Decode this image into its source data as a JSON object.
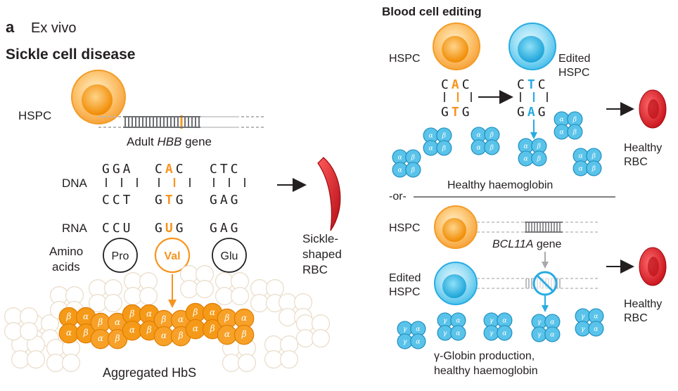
{
  "panel": {
    "letter": "a",
    "subtitle": "Ex vivo"
  },
  "left": {
    "title": "Sickle cell disease",
    "hspc_label": "HSPC",
    "gene_label_prefix": "Adult ",
    "gene_label_italic": "HBB",
    "gene_label_suffix": " gene",
    "dna_label": "DNA",
    "dna_top": [
      "GGA",
      "CAC",
      "CTC"
    ],
    "dna_bottom": [
      "CCT",
      "GTG",
      "GAG"
    ],
    "rna_label": "RNA",
    "rna": [
      "CCU",
      "GUG",
      "GAG"
    ],
    "amino_label_line1": "Amino",
    "amino_label_line2": "acids",
    "amino_acids": [
      "Pro",
      "Val",
      "Glu"
    ],
    "aggregate_label": "Aggregated HbS",
    "rbc_line1": "Sickle-",
    "rbc_line2": "shaped",
    "rbc_line3": "RBC"
  },
  "right": {
    "title": "Blood cell editing",
    "hspc_label": "HSPC",
    "edited_line1": "Edited",
    "edited_line2": "HSPC",
    "before_top": "CAC",
    "before_bottom": "GTG",
    "after_top": "CTC",
    "after_bottom": "GAG",
    "healthy_hb_label": "Healthy haemoglobin",
    "or_label": "-or-",
    "bcl_gene_italic": "BCL11A",
    "bcl_gene_suffix": " gene",
    "healthy_rbc_line1": "Healthy",
    "healthy_rbc_line2": "RBC",
    "gamma_line1": "γ-Globin production,",
    "gamma_line2": "healthy haemoglobin"
  },
  "colors": {
    "orange": "#f7941d",
    "orange_dark": "#e07b00",
    "blue": "#29abe2",
    "blue_light": "#8ed8f3",
    "red": "#d7141f",
    "grey": "#6d6e71"
  }
}
